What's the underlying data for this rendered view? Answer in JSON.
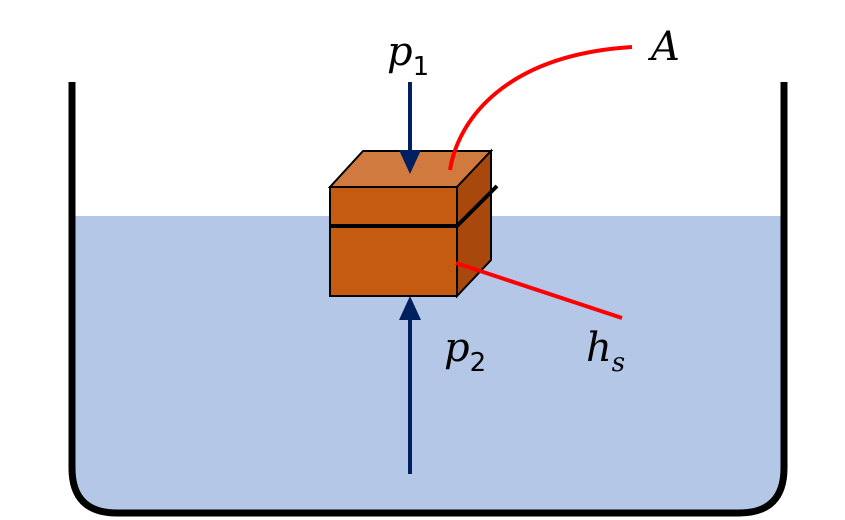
{
  "labels": {
    "p1": {
      "symbol": "p",
      "subscript": "1"
    },
    "p2": {
      "symbol": "p",
      "subscript": "2"
    },
    "area": {
      "symbol": "A"
    },
    "height": {
      "symbol": "h",
      "subscript": "s"
    }
  },
  "colors": {
    "water": "#b4c7e7",
    "container_wall": "#000000",
    "block_front": "#c55a11",
    "block_top": "#d07a40",
    "block_side": "#a9480c",
    "arrow": "#002060",
    "leader_line": "#ff0000"
  }
}
